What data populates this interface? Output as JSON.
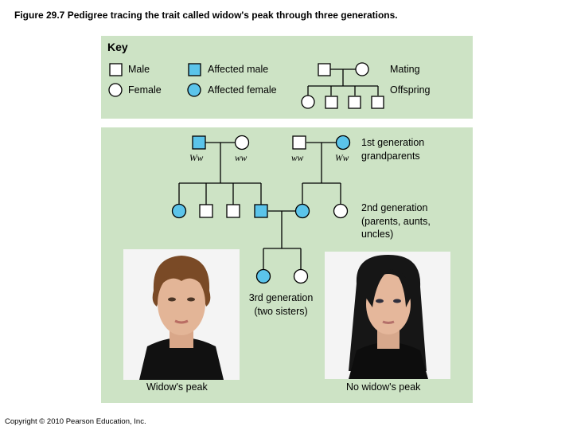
{
  "caption": "Figure 29.7  Pedigree tracing the trait called widow's peak through three generations.",
  "copyright": "Copyright © 2010 Pearson Education, Inc.",
  "colors": {
    "panel": "#cde3c5",
    "affected": "#5bc4ea",
    "unaffected": "#ffffff",
    "line": "#000000"
  },
  "key": {
    "title": "Key",
    "male": "Male",
    "female": "Female",
    "affected_male": "Affected male",
    "affected_female": "Affected female",
    "mating": "Mating",
    "offspring": "Offspring"
  },
  "pedigree": {
    "gen1_label": "1st generation\ngrandparents",
    "gen2_label": "2nd generation\n(parents, aunts,\nuncles)",
    "gen3_label": "3rd generation\n(two sisters)",
    "genotypes": [
      "Ww",
      "ww",
      "ww",
      "Ww"
    ],
    "gen1": [
      {
        "sex": "male",
        "affected": true
      },
      {
        "sex": "female",
        "affected": false
      },
      {
        "sex": "male",
        "affected": false
      },
      {
        "sex": "female",
        "affected": true
      }
    ],
    "gen2": [
      {
        "sex": "female",
        "affected": true
      },
      {
        "sex": "male",
        "affected": false
      },
      {
        "sex": "male",
        "affected": false
      },
      {
        "sex": "male",
        "affected": true
      },
      {
        "sex": "female",
        "affected": true
      },
      {
        "sex": "female",
        "affected": false
      }
    ],
    "gen3": [
      {
        "sex": "female",
        "affected": true
      },
      {
        "sex": "female",
        "affected": false
      }
    ]
  },
  "photos": {
    "left_label": "Widow's peak",
    "right_label": "No widow's peak"
  }
}
